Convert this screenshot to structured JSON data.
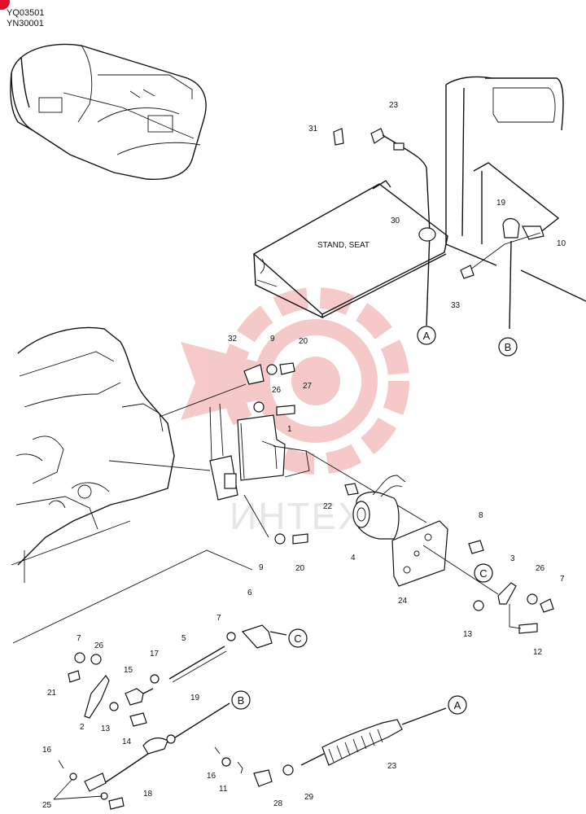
{
  "header": {
    "code1": "YQ03501",
    "code2": "YN30001"
  },
  "watermark_text": "ИНТЕХ",
  "assembly_text": "STAND, SEAT",
  "callouts": [
    "A",
    "B",
    "C"
  ],
  "part_numbers": [
    "1",
    "2",
    "3",
    "4",
    "5",
    "6",
    "7",
    "8",
    "9",
    "10",
    "11",
    "12",
    "13",
    "14",
    "15",
    "16",
    "17",
    "18",
    "19",
    "20",
    "21",
    "22",
    "23",
    "24",
    "25",
    "26",
    "27",
    "28",
    "29",
    "30",
    "31",
    "32",
    "33"
  ],
  "colors": {
    "accent": "#e0102a",
    "watermark": "#f4b8b8",
    "line": "#111111"
  }
}
